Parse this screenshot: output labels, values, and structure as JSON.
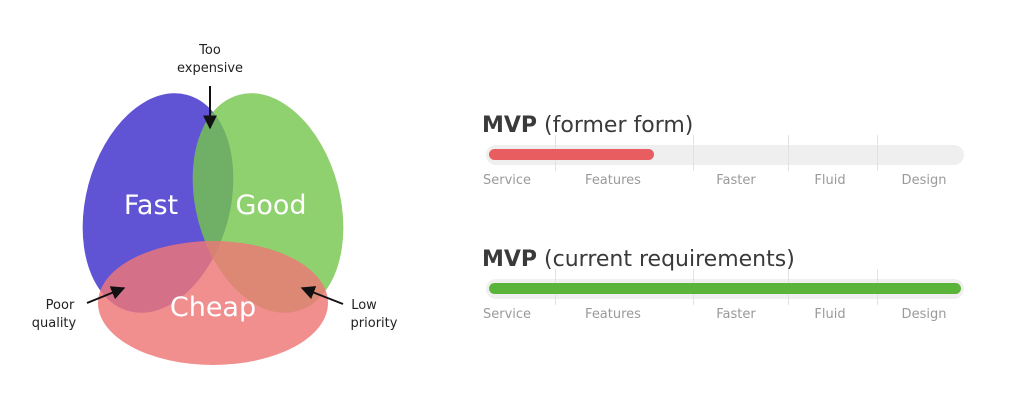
{
  "venn": {
    "circles": [
      {
        "label": "Fast",
        "color": "#4a3ccf"
      },
      {
        "label": "Good",
        "color": "#73c54a"
      },
      {
        "label": "Cheap",
        "color": "#ee7676"
      }
    ],
    "annotations": {
      "top_line1": "Too",
      "top_line2": "expensive",
      "left_line1": "Poor",
      "left_line2": "quality",
      "right_line1": "Low",
      "right_line2": "priority"
    }
  },
  "bars": [
    {
      "title_bold": "MVP",
      "title_rest": " (former form)",
      "fill_fraction": 0.35,
      "color": "#e85d5f"
    },
    {
      "title_bold": "MVP",
      "title_rest": " (current requirements)",
      "fill_fraction": 1.0,
      "color": "#5bb43a"
    }
  ],
  "stages": [
    "Service",
    "Features",
    "Faster",
    "Fluid",
    "Design"
  ]
}
